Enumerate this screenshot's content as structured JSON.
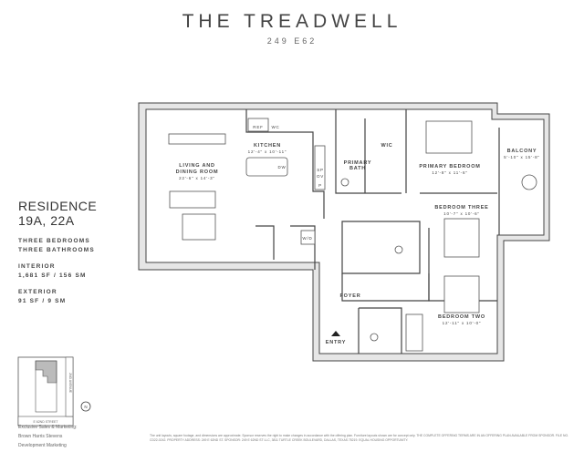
{
  "header": {
    "title": "THE TREADWELL",
    "address": "249 E62"
  },
  "residence": {
    "name_line1": "RESIDENCE",
    "name_line2": "19A, 22A",
    "bedrooms": "THREE BEDROOMS",
    "bathrooms": "THREE BATHROOMS",
    "interior_label": "INTERIOR",
    "interior_value": "1,681 SF / 156 SM",
    "exterior_label": "EXTERIOR",
    "exterior_value": "91 SF / 9 SM"
  },
  "plan": {
    "living_name1": "LIVING AND",
    "living_name2": "DINING ROOM",
    "living_dim": "22'-6\" x 14'-3\"",
    "kitchen_name": "KITCHEN",
    "kitchen_dim": "12'-4\" x 10'-11\"",
    "ref": "REF",
    "wc": "WC",
    "dw": "DW",
    "sp": "SP",
    "ov": "OV",
    "p": "P",
    "primary_bath1": "PRIMARY",
    "primary_bath2": "BATH",
    "wic": "WIC",
    "primary_bedroom_name": "PRIMARY BEDROOM",
    "primary_bedroom_dim": "12'-8\" x 11'-6\"",
    "balcony_name": "BALCONY",
    "balcony_dim": "5'-10\" x 15'-8\"",
    "bedroom_three_name": "BEDROOM THREE",
    "bedroom_three_dim": "10'-7\" x 10'-6\"",
    "bedroom_two_name": "BEDROOM TWO",
    "bedroom_two_dim": "12'-11\" x 10'-0\"",
    "wd": "W/D",
    "foyer": "FOYER",
    "entry": "ENTRY"
  },
  "keyplan": {
    "street": "E 62ND STREET",
    "avenue": "2ND AVENUE",
    "north": "N"
  },
  "footer": {
    "sales1": "Exclusive Sales & Marketing:",
    "sales2": "Brown Harris Stevens",
    "sales3": "Development Marketing",
    "legal": "The unit layouts, square footage, and dimensions are approximate. Sponsor reserves the right to make changes in accordance with the offering plan. Furniture layouts shown are for concept only. THE COMPLETE OFFERING TERMS ARE IN AN OFFERING PLAN AVAILABLE FROM SPONSOR. FILE NO. CD22-0242. PROPERTY ADDRESS: 249 E 62ND ST. SPONSOR: 249 E 62ND ST LLC, 3811 TURTLE CREEK BOULEVARD, DALLAS, TEXAS 75219. EQUAL HOUSING OPPORTUNITY."
  }
}
